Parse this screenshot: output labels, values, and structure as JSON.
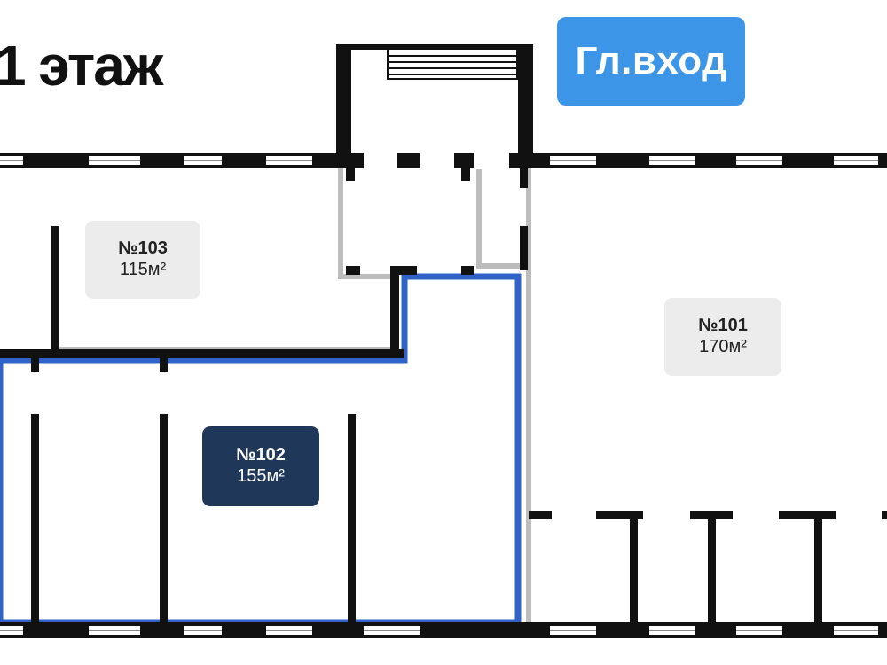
{
  "floor_title": "1 этаж",
  "entrance_label": "Гл.вход",
  "rooms": [
    {
      "number": "№103",
      "area": "115м²"
    },
    {
      "number": "№101",
      "area": "170м²"
    },
    {
      "number": "№102",
      "area": "155м²"
    }
  ],
  "colors": {
    "wall": "#111111",
    "inner_wall": "#bdbdbd",
    "window": "#ffffff",
    "highlight_outline": "#2f63c9",
    "entrance_badge": "#3d95e8",
    "label_bg": "#ececec",
    "selected_label_bg": "#1f3759"
  }
}
